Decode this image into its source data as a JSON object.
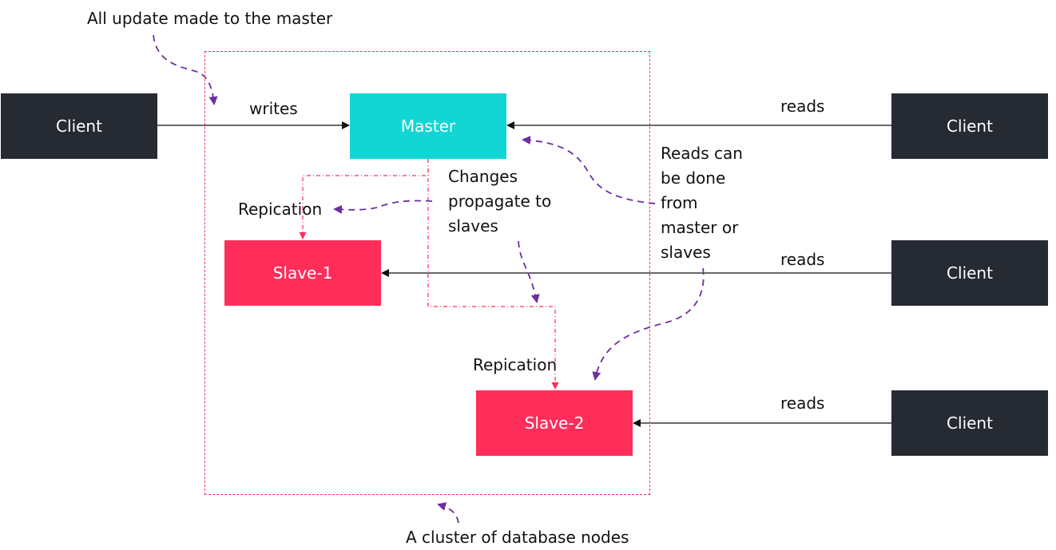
{
  "nodes": {
    "client_left": "Client",
    "client_top_right": "Client",
    "client_mid_right": "Client",
    "client_bottom_right": "Client",
    "master": "Master",
    "slave1": "Slave-1",
    "slave2": "Slave-2"
  },
  "labels": {
    "top_note": "All update made to the master",
    "writes": "writes",
    "reads_top": "reads",
    "reads_mid": "reads",
    "reads_bottom": "reads",
    "replication_1": "Repication",
    "replication_2": "Repication",
    "changes_propagate": [
      "Changes",
      "propagate to",
      "slaves"
    ],
    "reads_note": [
      "Reads can",
      "be done",
      "from",
      "master or",
      "slaves"
    ],
    "cluster_caption": "A cluster of database nodes"
  },
  "colors": {
    "client": "#262a33",
    "master": "#12d6d4",
    "slave": "#ff2d5a",
    "annotation_arrow": "#6b2fa0"
  }
}
